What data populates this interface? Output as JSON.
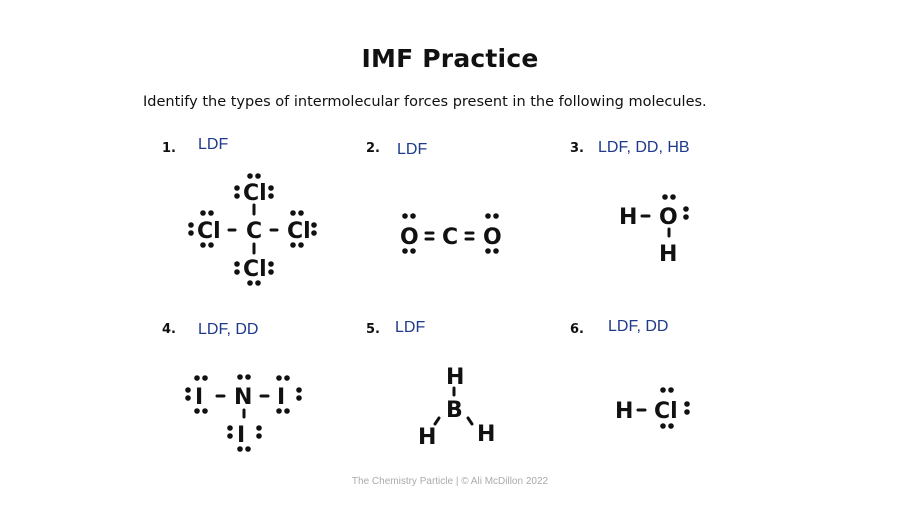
{
  "title": "IMF Practice",
  "instructions": "Identify the types of intermolecular forces present in the following molecules.",
  "questions": [
    {
      "number": "1.",
      "answer": "LDF",
      "molecule": "CCl4"
    },
    {
      "number": "2.",
      "answer": "LDF",
      "molecule": "CO2"
    },
    {
      "number": "3.",
      "answer": "LDF, DD, HB",
      "molecule": "H2O"
    },
    {
      "number": "4.",
      "answer": "LDF, DD",
      "molecule": "NI3"
    },
    {
      "number": "5.",
      "answer": "LDF",
      "molecule": "BH3"
    },
    {
      "number": "6.",
      "answer": "LDF, DD",
      "molecule": "HCl"
    }
  ],
  "atoms": {
    "cl": "Cl",
    "c": "C",
    "o": "O",
    "h": "H",
    "n": "N",
    "i": "I",
    "b": "B"
  },
  "footer": "The Chemistry Particle | © Ali McDillon 2022"
}
